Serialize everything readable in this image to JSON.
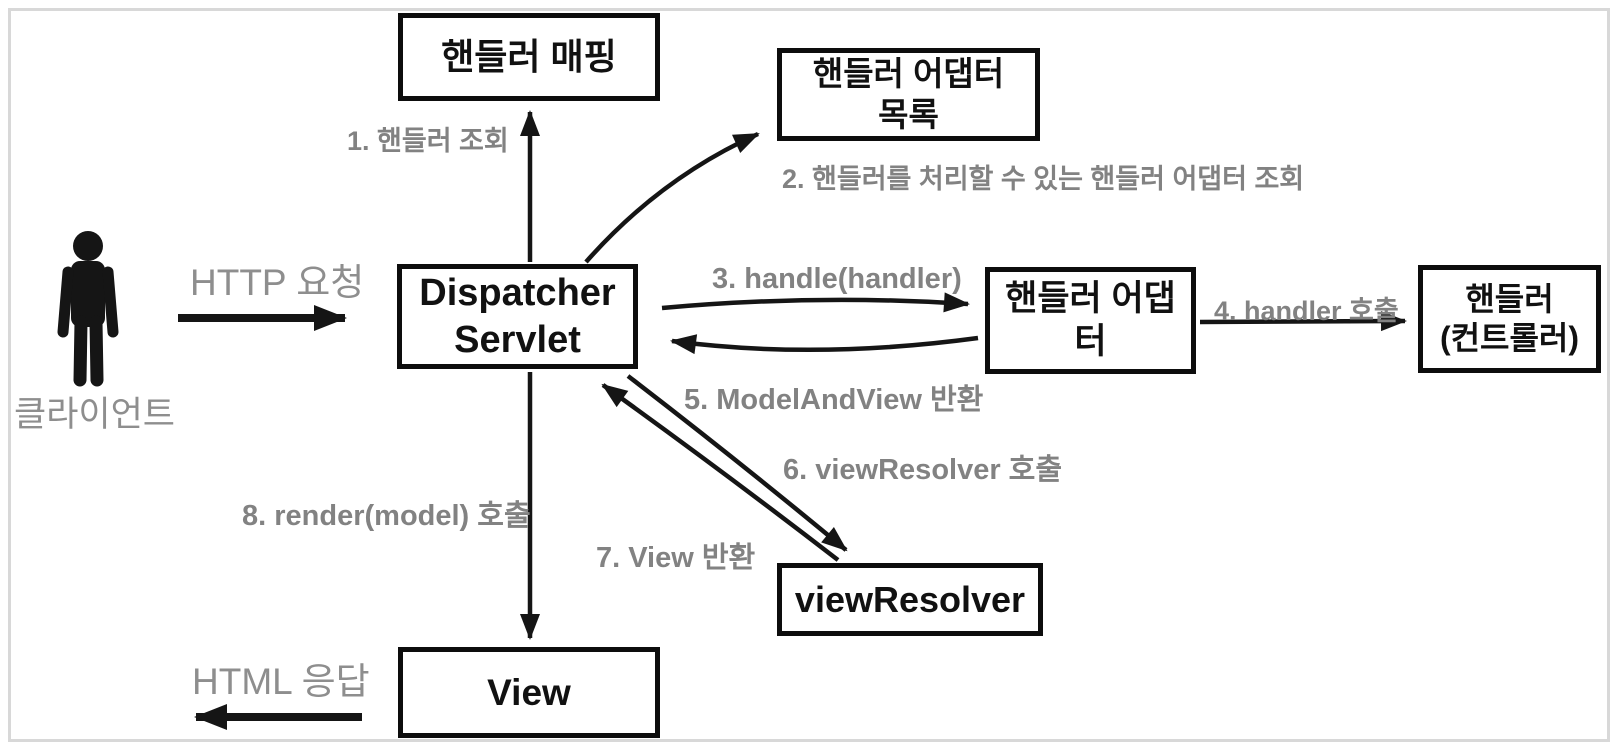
{
  "diagram": {
    "actor": {
      "label": "클라이언트",
      "icon": "person-icon"
    },
    "boxes": {
      "handler_mapping": "핸들러 매핑",
      "handler_adapter_list": "핸들러 어댑터\n목록",
      "dispatcher_servlet": "Dispatcher\nServlet",
      "handler_adapter": "핸들러 어댑터",
      "handler_controller": "핸들러\n(컨트롤러)",
      "view_resolver": "viewResolver",
      "view": "View"
    },
    "labels": {
      "step1": "1. 핸들러 조회",
      "step2": "2. 핸들러를 처리할 수 있는 핸들러 어댑터 조회",
      "step3": "3. handle(handler)",
      "step4": "4. handler 호출",
      "step5": "5. ModelAndView 반환",
      "step6": "6. viewResolver 호출",
      "step7": "7. View 반환",
      "step8": "8. render(model) 호출",
      "http_request": "HTTP 요청",
      "html_response": "HTML 응답"
    },
    "colors": {
      "background": "#ffffff",
      "frame_border": "#d8d8d8",
      "box_border": "#0d0d0d",
      "box_text": "#111111",
      "arrow": "#151515",
      "step_label_text": "#828282",
      "io_label_text": "#8e8e8e"
    }
  }
}
